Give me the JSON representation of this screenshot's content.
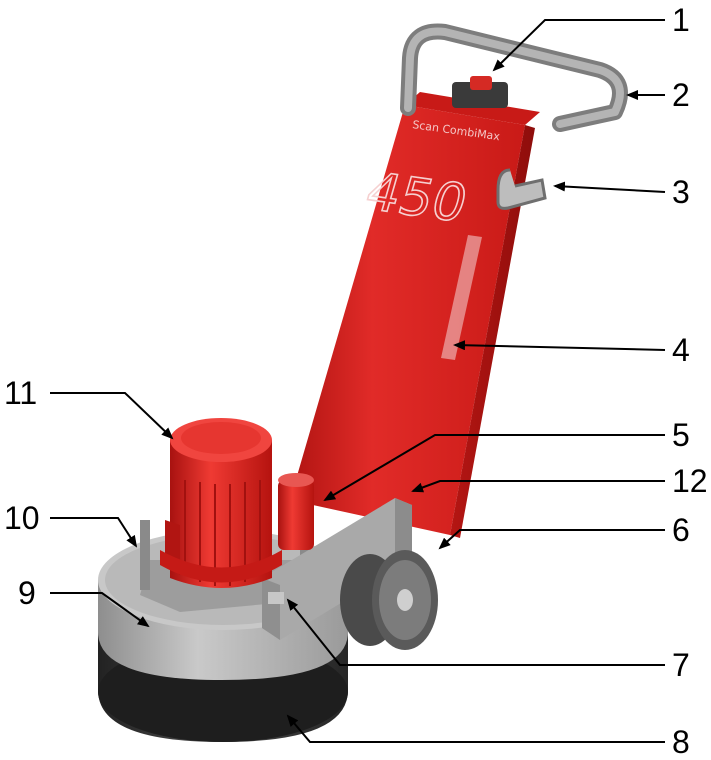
{
  "figure": {
    "machine_brand": "Scan CombiMax",
    "machine_model": "450",
    "callouts": [
      {
        "id": "1",
        "label": "1"
      },
      {
        "id": "2",
        "label": "2"
      },
      {
        "id": "3",
        "label": "3"
      },
      {
        "id": "4",
        "label": "4"
      },
      {
        "id": "5",
        "label": "5"
      },
      {
        "id": "6",
        "label": "6"
      },
      {
        "id": "7",
        "label": "7"
      },
      {
        "id": "8",
        "label": "8"
      },
      {
        "id": "9",
        "label": "9"
      },
      {
        "id": "10",
        "label": "10"
      },
      {
        "id": "11",
        "label": "11"
      },
      {
        "id": "12",
        "label": "12"
      }
    ]
  },
  "colors": {
    "body_red": "#d8201e",
    "motor_red": "#e0201c",
    "frame_grey": "#a8a8a8",
    "handle_grey": "#9a9a9a",
    "base_dark": "#2b2b2b",
    "leader": "#000000"
  }
}
